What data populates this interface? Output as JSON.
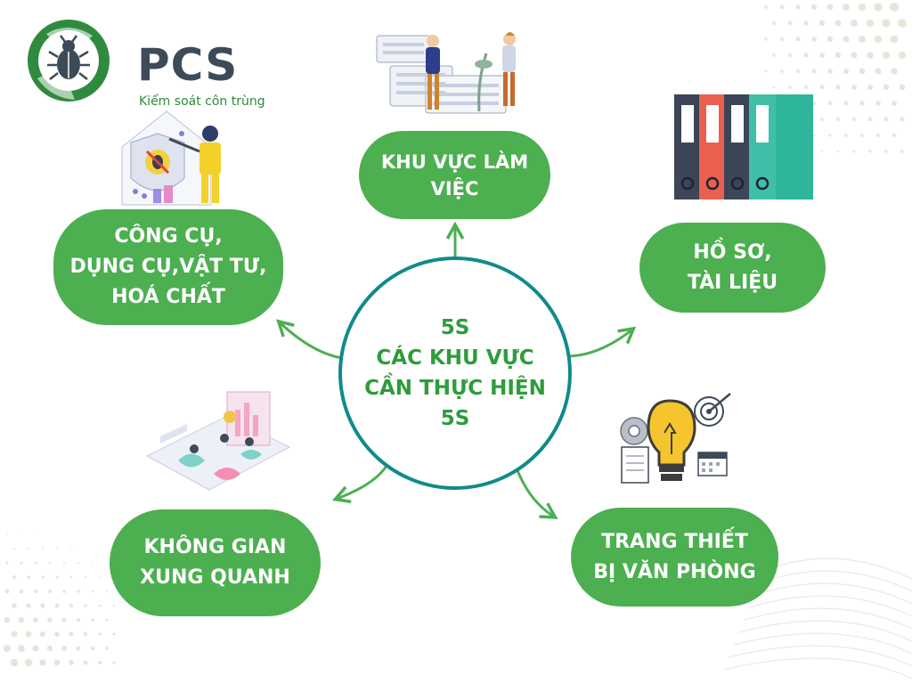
{
  "logo": {
    "name": "PCS",
    "tagline": "Kiểm soát côn trùng"
  },
  "center": {
    "text": "5S\nCÁC KHU VỰC\nCẦN THỰC HIỆN\n5S"
  },
  "nodes": {
    "work_area": "KHU VỰC LÀM\nVIỆC",
    "tools": "CÔNG CỤ,\nDỤNG CỤ,VẬT TƯ,\nHOÁ CHẤT",
    "documents": "HỒ SƠ,\nTÀI LIỆU",
    "surroundings": "KHÔNG GIAN\nXUNG QUANH",
    "office_equipment": "TRANG THIẾT\nBỊ VĂN PHÒNG"
  },
  "colors": {
    "pill": "#4caf50",
    "center_border": "#118a8a",
    "center_text": "#2e9c3c",
    "arrow": "#4caf50",
    "logo_green": "#2f8a3e",
    "logo_gray": "#3d4a58"
  },
  "icons": {
    "logo": "beetle-shield-logo",
    "work_area": "office-workers-illustration",
    "tools": "pest-control-sprayer-illustration",
    "documents": "binders-illustration",
    "surroundings": "workspace-illustration",
    "office_equipment": "lightbulb-gears-target-illustration"
  }
}
